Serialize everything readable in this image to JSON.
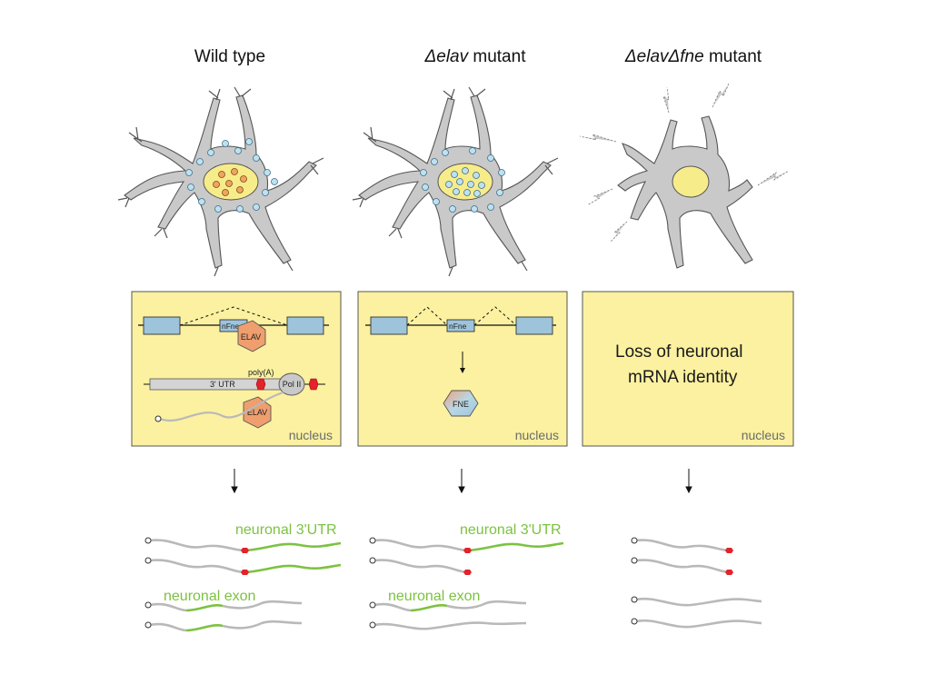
{
  "columns": [
    {
      "title_prefix": "Δ",
      "title_italic": "",
      "title_rest": "Wild type",
      "nucleus_label": "nucleus"
    },
    {
      "title_prefix": "Δ",
      "title_italic": "elav",
      "title_rest": " mutant",
      "nucleus_label": "nucleus"
    },
    {
      "title_italic": "ΔelavΔfne",
      "title_rest": " mutant",
      "nucleus_label": "nucleus"
    }
  ],
  "wildtype": {
    "title": "Wild type",
    "exon_label": "nFne",
    "elav_top": "ELAV",
    "polya": "poly(A)",
    "utr": "3' UTR",
    "pol": "Pol II",
    "elav_bottom": "ELAV",
    "nucleus": "nucleus",
    "utr_label": "neuronal 3'UTR",
    "exon_out_label": "neuronal exon"
  },
  "elav_mutant": {
    "title_delta": "Δ",
    "title_italic": "elav",
    "title_rest": " mutant",
    "exon_label": "nFne",
    "fne": "FNE",
    "nucleus": "nucleus",
    "utr_label": "neuronal 3'UTR",
    "exon_out_label": "neuronal exon"
  },
  "double_mutant": {
    "title_italic": "ΔelavΔfne",
    "title_rest": " mutant",
    "loss_line1": "Loss of neuronal",
    "loss_line2": "mRNA identity",
    "nucleus": "nucleus"
  },
  "colors": {
    "neuron_fill": "#c9c9c9",
    "neuron_stroke": "#555555",
    "nucleus_fill": "#f7ec8a",
    "box_fill": "#fbf1a0",
    "exon_fill": "#9ec4dc",
    "elav_fill": "#ef9e6e",
    "green": "#7cc241",
    "red": "#e3222b",
    "rna_gray": "#b9b9b9",
    "vesicle_blue": "#bfe1ef",
    "vesicle_orange": "#f0a55b"
  }
}
